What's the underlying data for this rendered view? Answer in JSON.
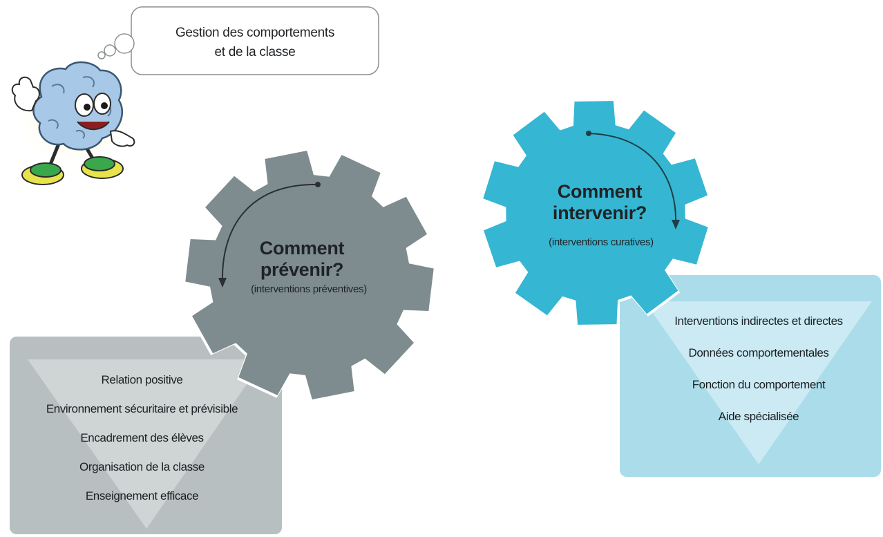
{
  "thought_bubble": {
    "line1": "Gestion des comportements",
    "line2": "et de la classe"
  },
  "gear_prevent": {
    "title_line1": "Comment",
    "title_line2": "prévenir?",
    "subtitle": "(interventions préventives)",
    "color": "#7e8c8f"
  },
  "gear_intervene": {
    "title_line1": "Comment",
    "title_line2": "intervenir?",
    "subtitle": "(interventions curatives)",
    "color": "#35b6d2"
  },
  "preventive_list": {
    "items": [
      "Relation positive",
      "Environnement sécuritaire et prévisible",
      "Encadrement des élèves",
      "Organisation de la classe",
      "Enseignement efficace"
    ],
    "color": "#b7bec0"
  },
  "curative_list": {
    "items": [
      "Interventions indirectes et directes",
      "Données comportementales",
      "Fonction du comportement",
      "Aide spécialisée"
    ],
    "color": "#aadbea"
  },
  "mascot": {
    "icon": "brain-mascot-icon"
  }
}
